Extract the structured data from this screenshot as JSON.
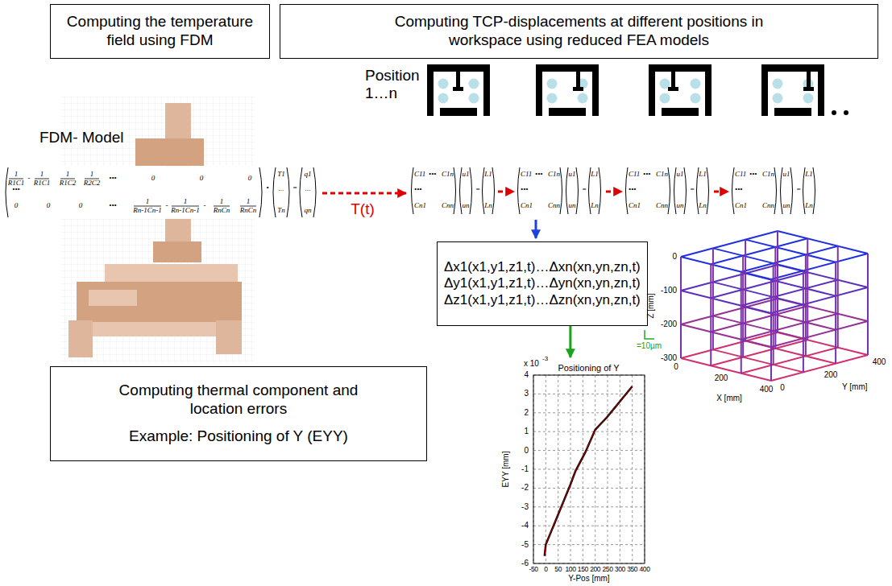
{
  "diagram": {
    "nodes": [
      {
        "text": [
          "Computing the temperature field using FDM"
        ]
      },
      {
        "text": [
          "Computing TCP-displacements at different positions in workspace using reduced FEA models"
        ]
      },
      {
        "text": [
          "Δx1(x1,y1,z1,t)…Δxn(xn,yn,zn,t)",
          "Δy1(x1,y1,z1,t)…Δyn(xn,yn,zn,t)",
          "Δz1(x1,y1,z1,t)…Δzn(xn,yn,zn,t)"
        ]
      },
      {
        "text": [
          "Computing thermal component and location errors",
          "Example: Positioning of Y (EYY)"
        ]
      },
      {
        "text": [
          "Positioning of Y"
        ]
      }
    ],
    "edges": [
      {
        "from": 2,
        "to": 4,
        "arrow": "to"
      }
    ],
    "labels": [
      "Position 1…n",
      "FDM- Model",
      "T(t)",
      "1",
      "R1C1",
      "-",
      "1",
      "R1C1",
      "1",
      "R1C2",
      "1",
      "R2C2",
      "•••",
      "0",
      "0",
      "0",
      "•••",
      "0",
      "0",
      "0",
      "•••",
      "1",
      "Rn-1Cn-1",
      "-",
      "1",
      "Rn-1Cn-1",
      "-",
      "1",
      "RnCn",
      "1",
      "RnCn",
      "•",
      "T1",
      "...",
      "Tn",
      "=",
      "q1",
      "...",
      "qn",
      "C11",
      "•••",
      "C1n",
      "•••",
      "Cn1",
      "Cnn",
      "u1",
      "un",
      "=",
      "L1",
      "Ln",
      "C11",
      "•••",
      "C1n",
      "•••",
      "Cn1",
      "Cnn",
      "u1",
      "un",
      "=",
      "L1",
      "Ln",
      "C11",
      "•••",
      "C1n",
      "•••",
      "Cn1",
      "Cnn",
      "u1",
      "un",
      "=",
      "L1",
      "Ln",
      "C11",
      "•••",
      "C1n",
      "•••",
      "Cn1",
      "Cnn",
      "u1",
      "un",
      "=",
      "L1",
      "Ln",
      "0",
      "-100",
      "-200",
      "-300",
      "Z [mm]",
      "0",
      "200",
      "400",
      "X [mm]",
      "400",
      "200",
      "0",
      "Y [mm]",
      "=10µm",
      "x 10",
      "-3",
      "4",
      "3",
      "2",
      "1",
      "0",
      "-1",
      "-2",
      "-3",
      "-4",
      "-5",
      "-6",
      "EYY [mm]",
      "-50",
      "0",
      "50",
      "100",
      "150",
      "200",
      "250",
      "300",
      "350",
      "400",
      "Y-Pos [mm]"
    ]
  }
}
